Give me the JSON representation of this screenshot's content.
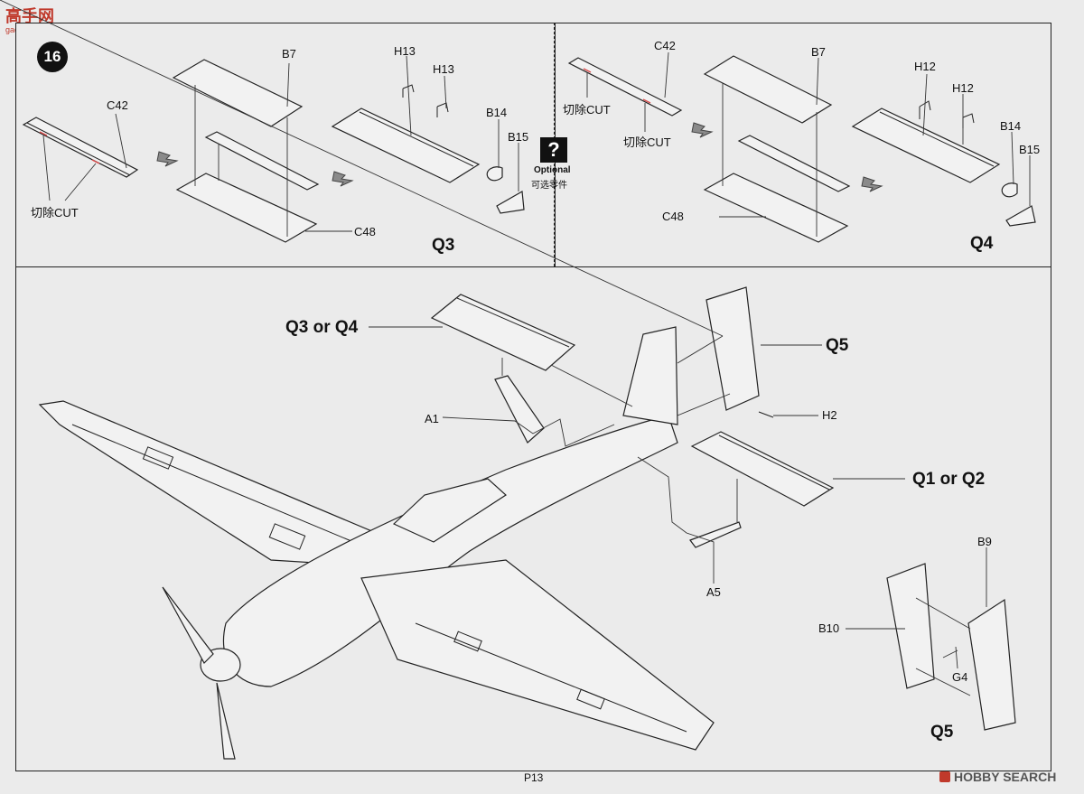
{
  "watermark": {
    "top": "高手网",
    "sub": "gao-shou.com"
  },
  "step_number": "16",
  "top_left": {
    "labels": {
      "c42": "C42",
      "cut": "切除CUT",
      "b7": "B7",
      "h13a": "H13",
      "h13b": "H13",
      "b14": "B14",
      "b15": "B15",
      "c48": "C48"
    },
    "variant": "Q3"
  },
  "optional": {
    "mark": "?",
    "en": "Optional",
    "cn": "可选零件"
  },
  "top_right": {
    "labels": {
      "c42": "C42",
      "cut1": "切除CUT",
      "cut2": "切除CUT",
      "b7": "B7",
      "h12a": "H12",
      "h12b": "H12",
      "b14": "B14",
      "b15": "B15",
      "c48": "C48"
    },
    "variant": "Q4"
  },
  "main": {
    "labels": {
      "q3q4": "Q3 or Q4",
      "a1": "A1",
      "q5": "Q5",
      "h2": "H2",
      "q1q2": "Q1 or Q2",
      "a5": "A5",
      "b9": "B9",
      "b10": "B10",
      "g4": "G4",
      "q5b": "Q5"
    }
  },
  "footer": {
    "page": "P13",
    "brand": "HOBBY SEARCH"
  }
}
